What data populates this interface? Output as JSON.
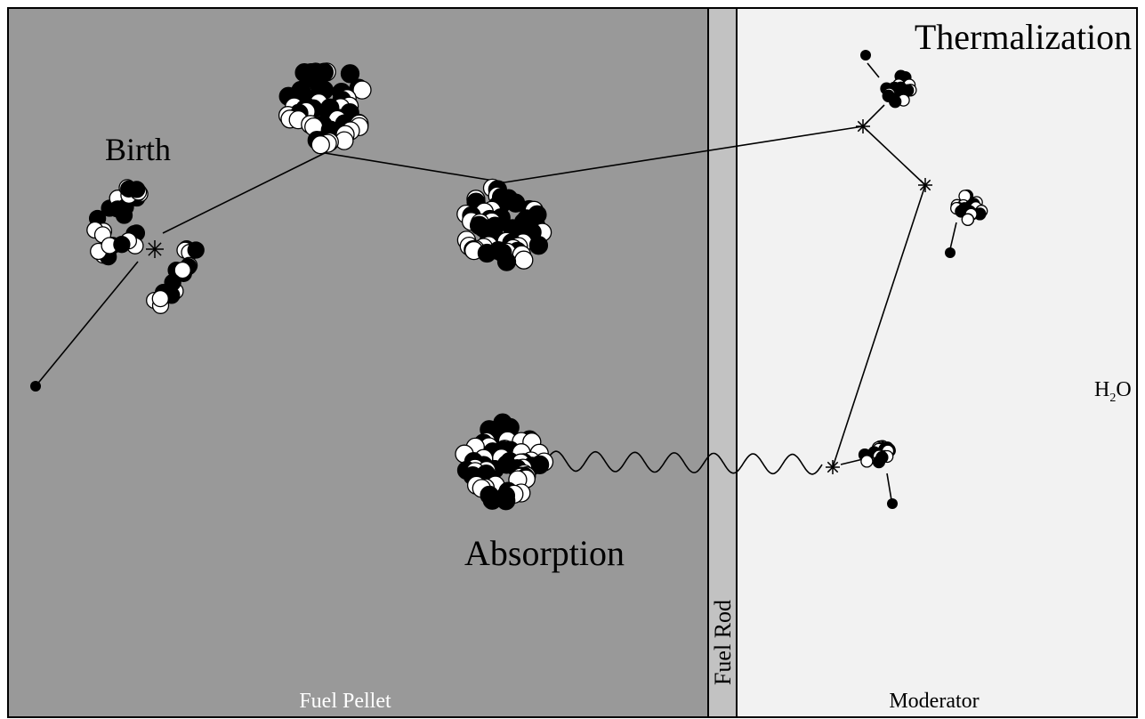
{
  "regions": {
    "pellet": {
      "label": "Fuel Pellet",
      "color": "#999999"
    },
    "rod": {
      "label": "Fuel Rod",
      "color": "#c2c2c2"
    },
    "moderator": {
      "label": "Moderator",
      "color": "#f2f2f2"
    }
  },
  "labels": {
    "birth": "Birth",
    "thermalization": "Thermalization",
    "absorption": "Absorption",
    "water_h": "H",
    "water_sub": "2",
    "water_o": "O"
  },
  "colors": {
    "line": "#000000",
    "nucleon_dark": "#000000",
    "nucleon_light": "#ffffff"
  }
}
